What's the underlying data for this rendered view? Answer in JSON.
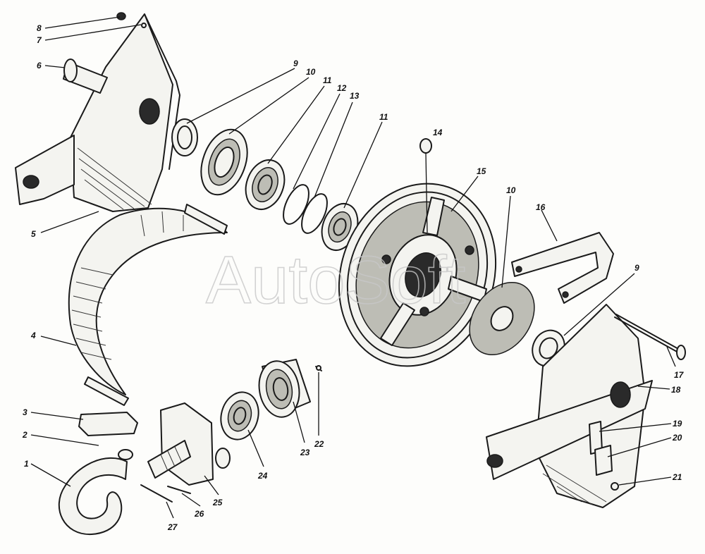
{
  "watermark": "AutoSoft",
  "callouts": [
    {
      "id": "c1",
      "text": "1"
    },
    {
      "id": "c2",
      "text": "2"
    },
    {
      "id": "c3",
      "text": "3"
    },
    {
      "id": "c4",
      "text": "4"
    },
    {
      "id": "c5",
      "text": "5"
    },
    {
      "id": "c6",
      "text": "6"
    },
    {
      "id": "c7",
      "text": "7"
    },
    {
      "id": "c8",
      "text": "8"
    },
    {
      "id": "c9a",
      "text": "9"
    },
    {
      "id": "c9b",
      "text": "9"
    },
    {
      "id": "c10a",
      "text": "10"
    },
    {
      "id": "c10b",
      "text": "10"
    },
    {
      "id": "c11a",
      "text": "11"
    },
    {
      "id": "c11b",
      "text": "11"
    },
    {
      "id": "c12",
      "text": "12"
    },
    {
      "id": "c13",
      "text": "13"
    },
    {
      "id": "c14",
      "text": "14"
    },
    {
      "id": "c15",
      "text": "15"
    },
    {
      "id": "c16",
      "text": "16"
    },
    {
      "id": "c17",
      "text": "17"
    },
    {
      "id": "c18",
      "text": "18"
    },
    {
      "id": "c19",
      "text": "19"
    },
    {
      "id": "c20",
      "text": "20"
    },
    {
      "id": "c21",
      "text": "21"
    },
    {
      "id": "c22",
      "text": "22"
    },
    {
      "id": "c23",
      "text": "23"
    },
    {
      "id": "c24",
      "text": "24"
    },
    {
      "id": "c25",
      "text": "25"
    },
    {
      "id": "c26",
      "text": "26"
    },
    {
      "id": "c27",
      "text": "27"
    }
  ]
}
